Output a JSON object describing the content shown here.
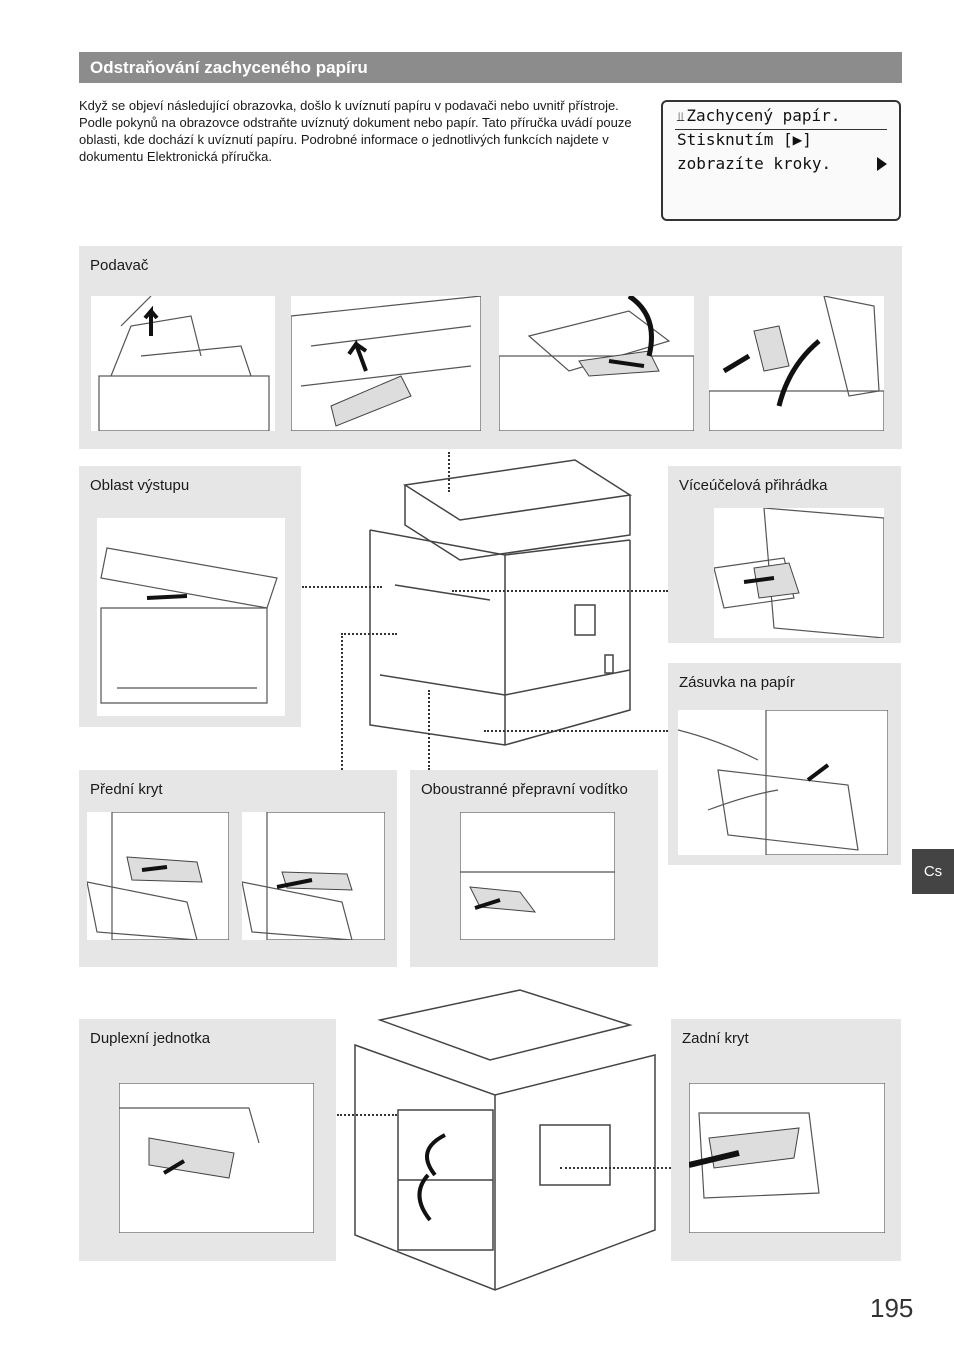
{
  "header": {
    "title": "Odstraňování zachyceného papíru"
  },
  "intro": {
    "text": "Když se objeví následující obrazovka, došlo k uvíznutí papíru v podavači nebo uvnitř přístroje. Podle pokynů na obrazovce odstraňte uvíznutý dokument nebo papír. Tato příručka uvádí pouze oblasti, kde dochází k uvíznutí papíru. Podrobné informace o jednotlivých funkcích najdete v dokumentu Elektronická příručka."
  },
  "lcd": {
    "line1": "Zachycený papír.",
    "line2": "Stisknutím [▶]",
    "line3": "zobrazíte kroky."
  },
  "panels": {
    "feeder": "Podavač",
    "output": "Oblast výstupu",
    "multipurpose": "Víceúčelová přihrádka",
    "drawer": "Zásuvka na papír",
    "front_cover": "Přední kryt",
    "duplex_guide": "Oboustranné přepravní vodítko",
    "duplex_unit": "Duplexní jednotka",
    "rear_cover": "Zadní kryt"
  },
  "language_tab": "Cs",
  "page_number": "195"
}
